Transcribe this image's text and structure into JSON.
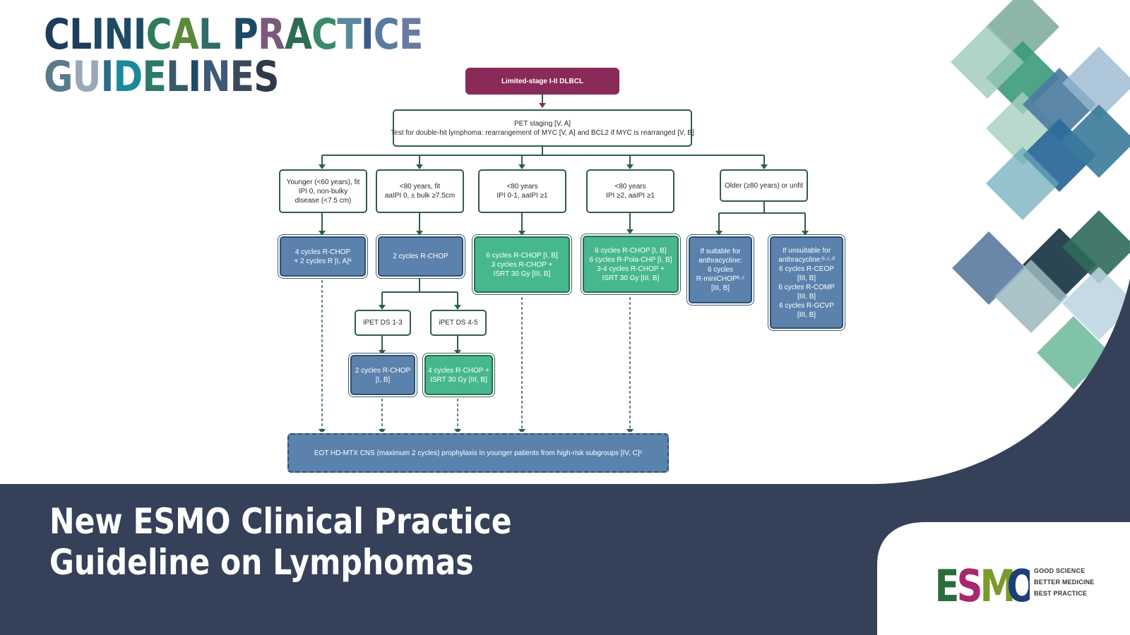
{
  "brand": {
    "line1": "CLINICAL PRACTICE",
    "line2": "GUIDELINES"
  },
  "flowchart": {
    "root": "Limited-stage I-II DLBCL",
    "staging": {
      "line1": "PET staging [V, A]",
      "line2": "Test for double-hit lymphoma: rearrangement of MYC [V, A] and BCL2 if MYC is rearranged [V, B]"
    },
    "groups": [
      {
        "lines": [
          "Younger (<60 years), fit",
          "IPI 0, non-bulky",
          "disease (<7.5 cm)"
        ]
      },
      {
        "lines": [
          "<80 years, fit",
          "aaIPI 0, ± bulk ≥7.5cm"
        ]
      },
      {
        "lines": [
          "<80 years",
          "IPI 0-1, aaIPI ≥1"
        ]
      },
      {
        "lines": [
          "<80 years",
          "IPI ≥2, aaIPI ≥1"
        ]
      },
      {
        "lines": [
          "Older (≥80 years) or unfit"
        ]
      }
    ],
    "treatments": [
      {
        "lines": [
          "4 cycles R-CHOP",
          "+ 2 cycles R [I, A]ᵃ"
        ]
      },
      {
        "lines": [
          "2 cycles R-CHOP"
        ]
      },
      {
        "lines": [
          "6 cycles R-CHOP [I, B]",
          "3 cycles R-CHOP +",
          "ISRT 30 Gy [III, B]"
        ]
      },
      {
        "lines": [
          "6 cycles R-CHOP  [I, B]",
          "6 cycles R-Pola-CHP [I, B]",
          "3-4 cycles R-CHOP +",
          "ISRT 30 Gy [III, B]"
        ]
      },
      {
        "lines": [
          "If suitable for",
          "anthracycline:",
          "6 cycles",
          "R-miniCHOPᵇ·ᶜ",
          "[III, B]"
        ]
      },
      {
        "lines": [
          "If unsuitable for",
          "anthracycline:ᵇ·ᶜ·ᵈ",
          "6 cycles R-CEOP",
          "[III, B]",
          "6 cycles R-COMP",
          "[III, B]",
          "6 cycles R-GCVP",
          "[III, B]"
        ]
      }
    ],
    "ipet": [
      {
        "label": "iPET DS 1-3"
      },
      {
        "label": "iPET DS 4-5"
      }
    ],
    "ipet_treatments": [
      {
        "lines": [
          "2 cycles R-CHOP",
          "[I, B]"
        ]
      },
      {
        "lines": [
          "4 cycles R-CHOP +",
          "ISRT 30 Gy [III, B]"
        ]
      }
    ],
    "eot": "EOT HD-MTX CNS (maximum 2 cycles) prophylaxis in younger patients from high-risk subgroups [IV, C]ᶜ"
  },
  "footer": {
    "title_line1": "New ESMO Clinical Practice",
    "title_line2": "Guideline on Lymphomas",
    "logo_letters": [
      "E",
      "S",
      "M",
      "O"
    ],
    "tagline": [
      "GOOD SCIENCE",
      "BETTER MEDICINE",
      "BEST PRACTICE"
    ]
  },
  "colors": {
    "navy": "#354159",
    "root_purple": "#8a2a58",
    "treatment_blue": "#5b82ad",
    "treatment_green": "#47b88e",
    "line_green": "#2e5e4a"
  }
}
